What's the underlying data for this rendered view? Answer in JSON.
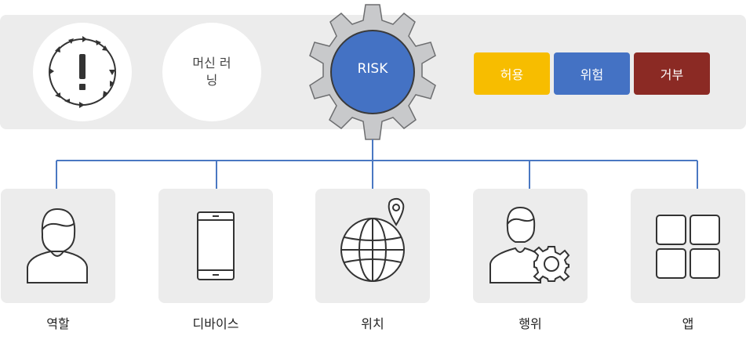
{
  "top": {
    "machine_learning": "머신 러닝",
    "risk": "RISK",
    "badges": [
      {
        "label": "허용",
        "color": "#f7bd00"
      },
      {
        "label": "위험",
        "color": "#4472c4"
      },
      {
        "label": "거부",
        "color": "#8b2a24"
      }
    ]
  },
  "factors": [
    {
      "label": "역할",
      "icon": "person-icon"
    },
    {
      "label": "디바이스",
      "icon": "smartphone-icon"
    },
    {
      "label": "위치",
      "icon": "globe-location-icon"
    },
    {
      "label": "행위",
      "icon": "person-gear-icon"
    },
    {
      "label": "앱",
      "icon": "app-grid-icon"
    }
  ],
  "colors": {
    "connector": "#4a78c2",
    "gear": "#c8c9cb",
    "risk_core": "#4472c4"
  }
}
